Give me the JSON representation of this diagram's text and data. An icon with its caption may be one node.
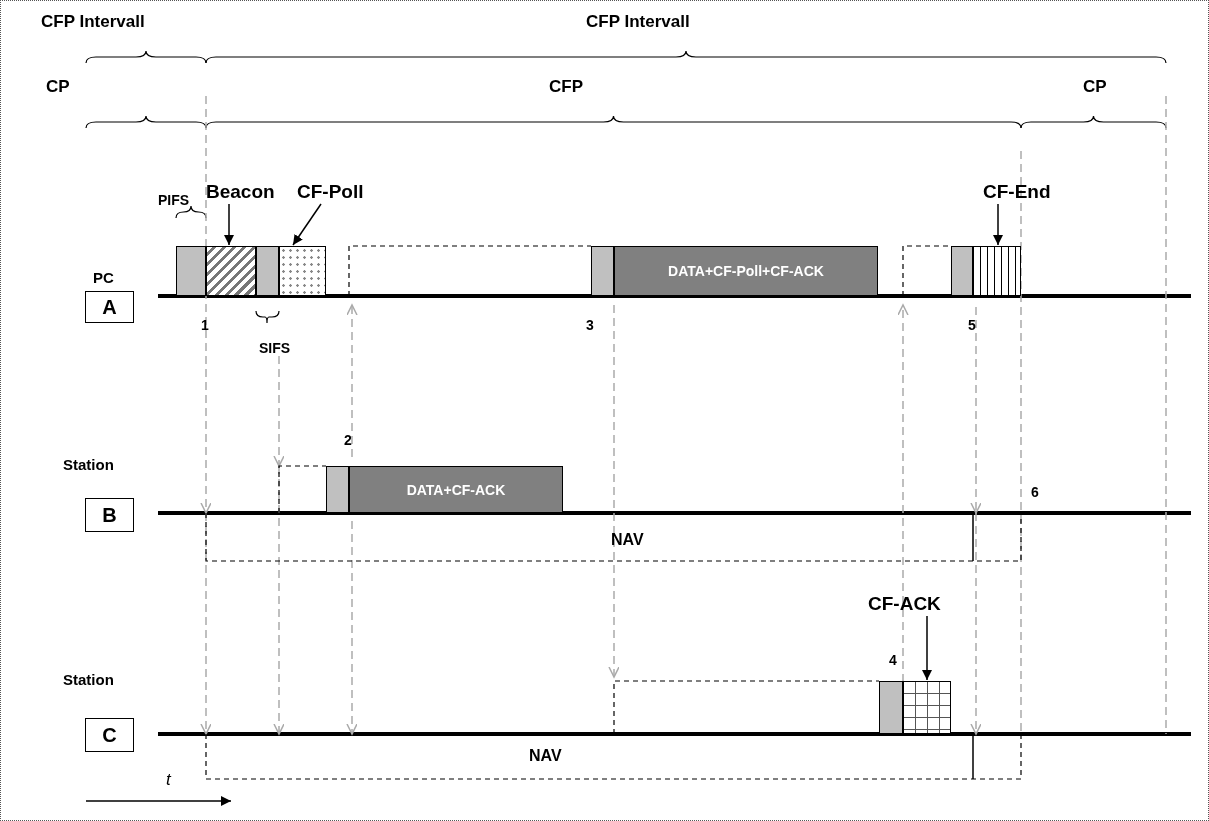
{
  "diagram": {
    "nodes": [
      {
        "text": [
          "A"
        ],
        "beside": [
          "PC"
        ]
      },
      {
        "text": [
          "B"
        ],
        "beside": [
          "Station"
        ]
      },
      {
        "text": [
          "C"
        ],
        "beside": [
          "Station"
        ]
      },
      {
        "text": [
          "Beacon"
        ]
      },
      {
        "text": [],
        "shape": "box"
      },
      {
        "text": [
          "CF-Poll"
        ]
      },
      {
        "text": [],
        "shape": "box"
      },
      {
        "text": [
          "DATA+CF-Poll+CF-ACK"
        ]
      },
      {
        "text": [
          "CF-End"
        ]
      },
      {
        "text": [],
        "shape": "box"
      },
      {
        "text": [
          "DATA+CF-ACK"
        ]
      },
      {
        "text": [
          "CF-ACK"
        ]
      },
      {
        "text": [],
        "shape": "box"
      }
    ],
    "edges": [
      {
        "from": 3,
        "to": 4,
        "arrow": "to"
      },
      {
        "from": 5,
        "to": 6,
        "arrow": "to"
      },
      {
        "from": 8,
        "to": 9,
        "arrow": "to"
      },
      {
        "from": 11,
        "to": 12,
        "arrow": "to"
      }
    ],
    "labels": [
      "CFP Intervall",
      "CFP Intervall",
      "CP",
      "CFP",
      "CP",
      "PIFS",
      "1",
      "3",
      "5",
      "SIFS",
      "2",
      "6",
      "NAV",
      "4",
      "NAV",
      "t"
    ]
  }
}
